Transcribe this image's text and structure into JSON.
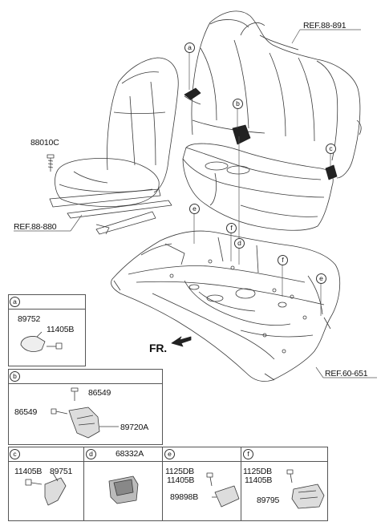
{
  "refs": {
    "seat_back": "REF.88-891",
    "front_seat": "REF.88-880",
    "floor": "REF.60-651"
  },
  "main_parts": {
    "bolt": "88010C"
  },
  "direction": "FR.",
  "callouts": {
    "a": "a",
    "b": "b",
    "c": "c",
    "d": "d",
    "e": "e",
    "f": "f"
  },
  "boxes": {
    "a": {
      "letter": "a",
      "parts": [
        "89752",
        "11405B"
      ]
    },
    "b": {
      "letter": "b",
      "parts": [
        "86549",
        "86549",
        "89720A"
      ]
    },
    "c": {
      "letter": "c",
      "parts": [
        "11405B",
        "89751"
      ]
    },
    "d": {
      "letter": "d",
      "header_part": "68332A"
    },
    "e": {
      "letter": "e",
      "parts": [
        "1125DB",
        "11405B",
        "89898B"
      ]
    },
    "f": {
      "letter": "f",
      "parts": [
        "1125DB",
        "11405B",
        "89795"
      ]
    }
  }
}
